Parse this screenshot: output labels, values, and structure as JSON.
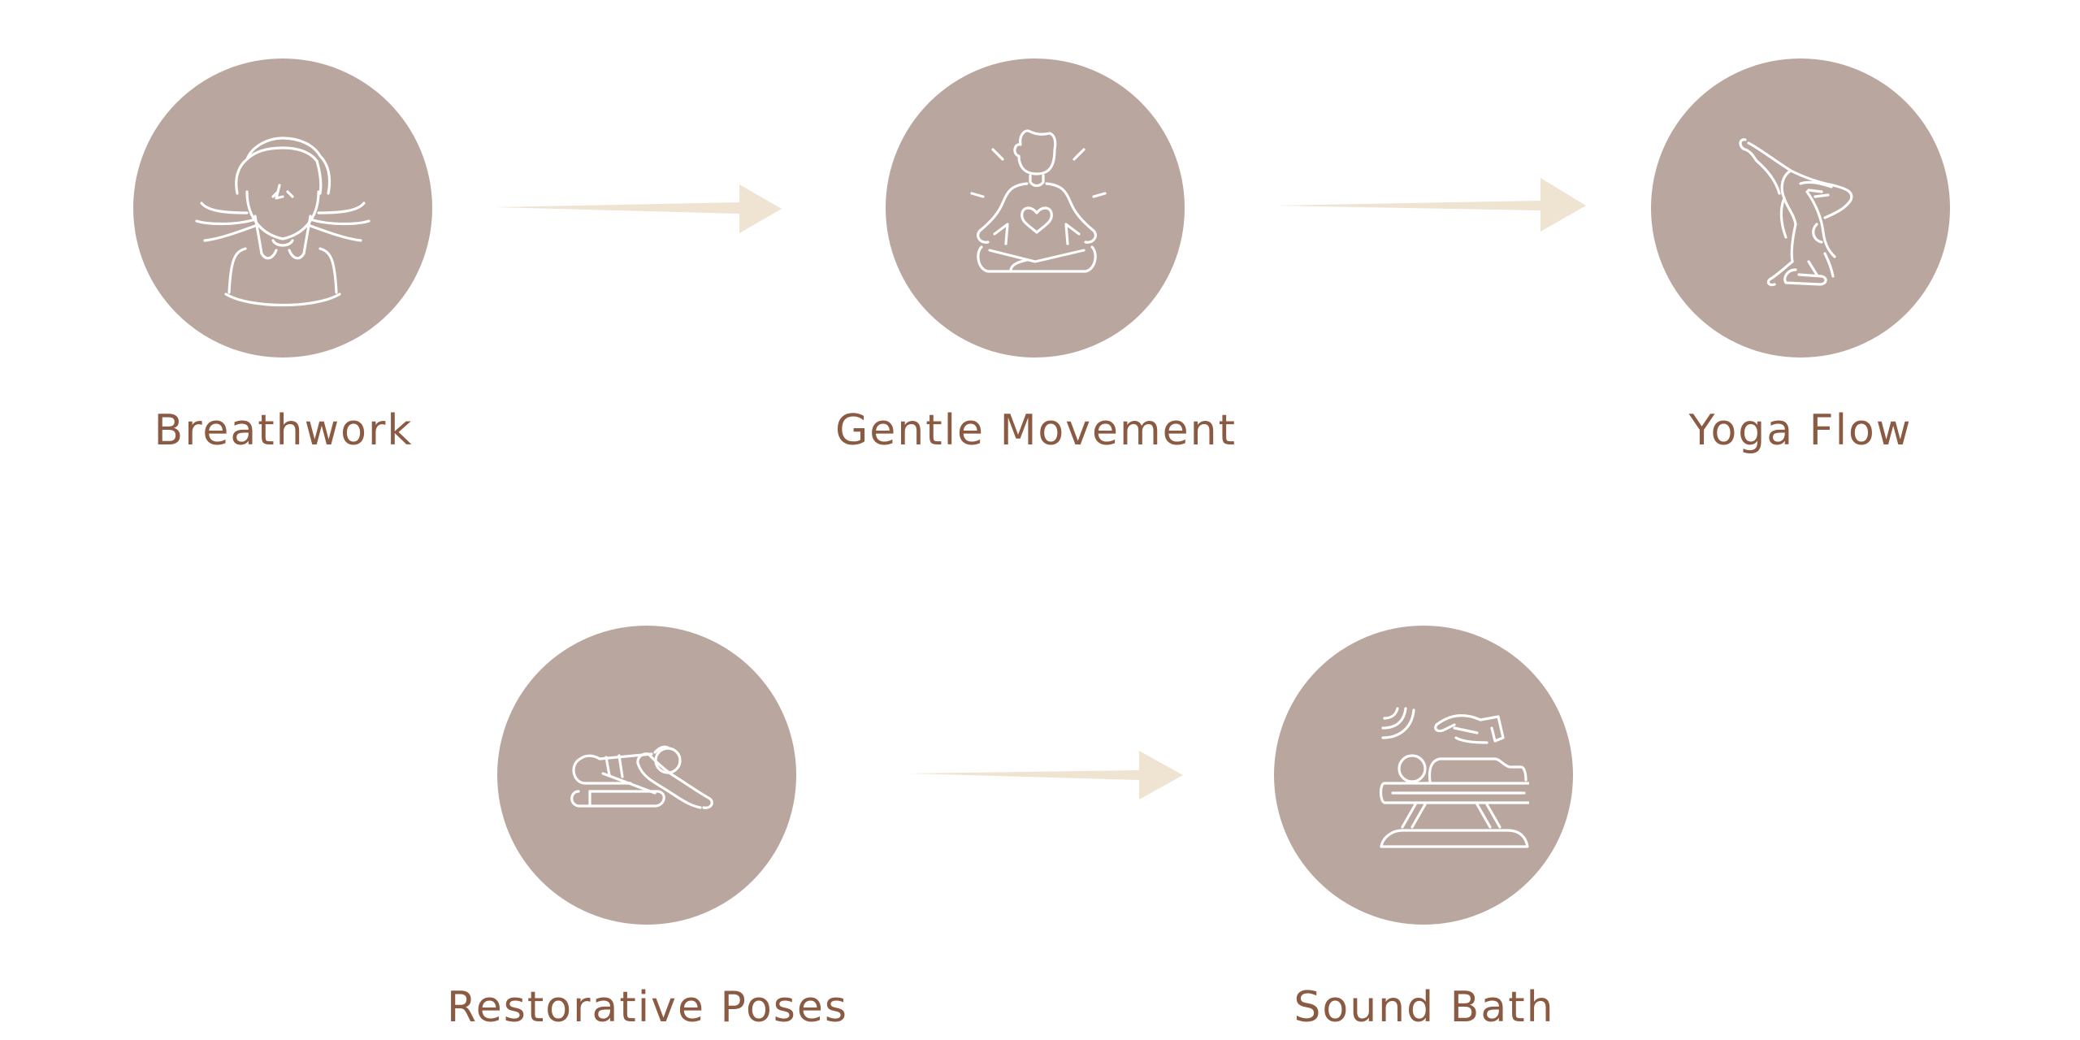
{
  "colors": {
    "circle": "#b9a69f",
    "icon_stroke": "#ffffff",
    "label": "#8b5a42",
    "arrow": "#efe3d2",
    "background": "#ffffff"
  },
  "steps": [
    {
      "label": "Breathwork",
      "icon": "breathwork-icon"
    },
    {
      "label": "Gentle Movement",
      "icon": "meditation-heart-icon"
    },
    {
      "label": "Yoga Flow",
      "icon": "yoga-pose-icon"
    },
    {
      "label": "Restorative Poses",
      "icon": "restorative-pose-icon"
    },
    {
      "label": "Sound Bath",
      "icon": "sound-bath-icon"
    }
  ]
}
